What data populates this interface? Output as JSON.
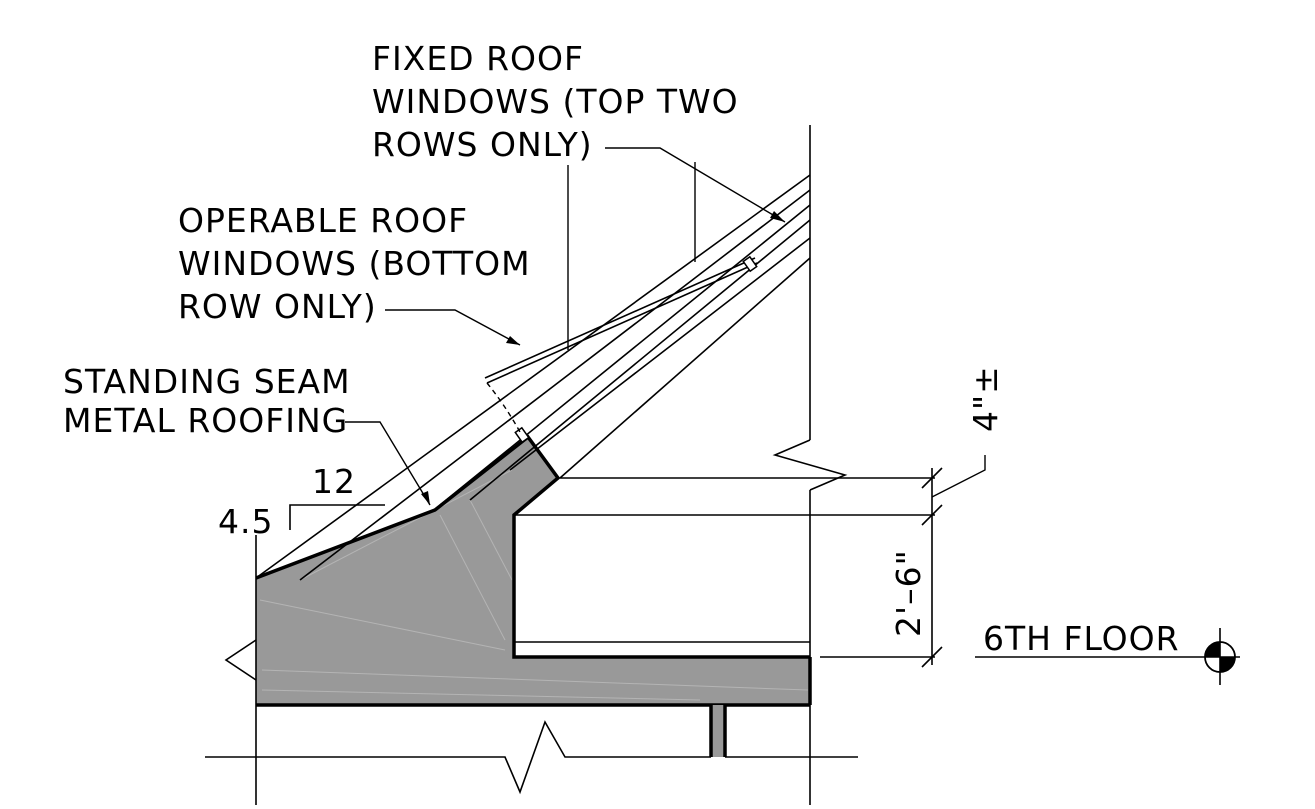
{
  "labels": {
    "fixed_roof_windows": [
      "FIXED ROOF",
      "WINDOWS (TOP TWO",
      "ROWS ONLY)"
    ],
    "operable_roof_windows": [
      "OPERABLE ROOF",
      "WINDOWS (BOTTOM",
      "ROW ONLY)"
    ],
    "standing_seam": [
      "STANDING SEAM",
      "METAL ROOFING"
    ],
    "slope_run": "12",
    "slope_rise": "4.5",
    "dim_top": "4\"±",
    "dim_main": "2'–6\"",
    "level_name": "6TH FLOOR"
  },
  "colors": {
    "concrete_fill": "#999999",
    "line": "#000000",
    "background": "#ffffff"
  },
  "icons": {
    "level_marker": "level-datum-symbol"
  }
}
